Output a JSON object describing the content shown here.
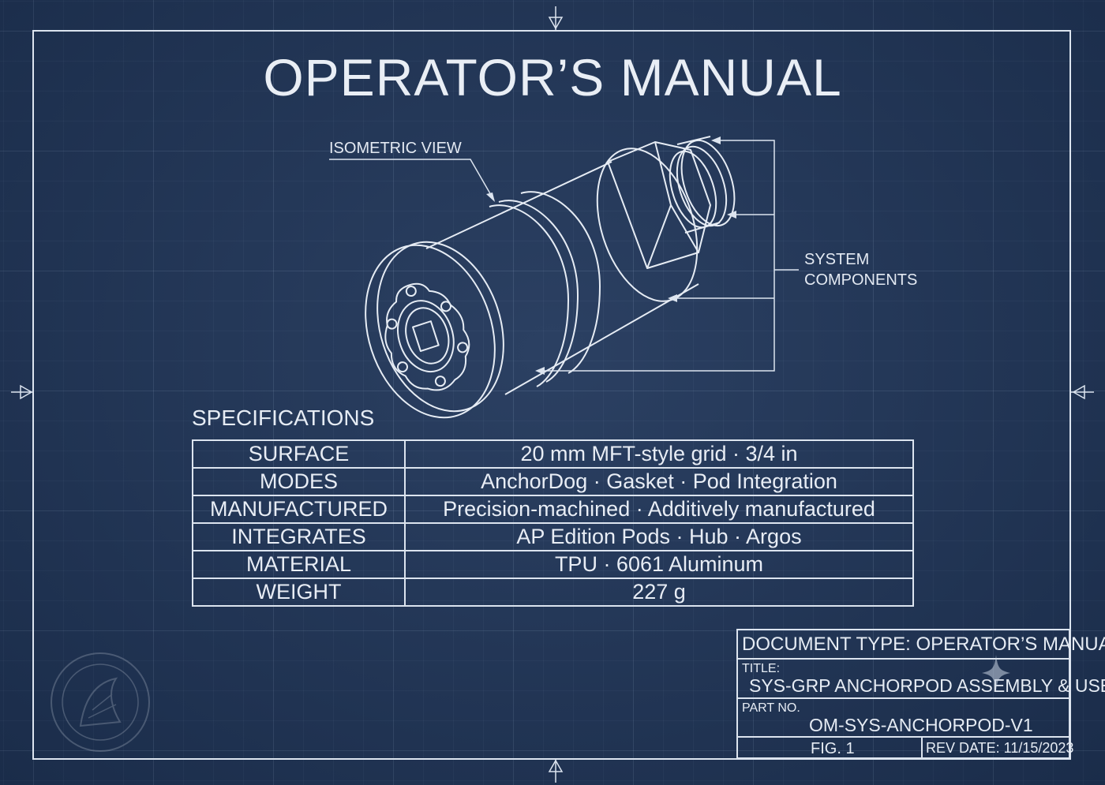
{
  "document": {
    "title": "OPERATOR’S MANUAL"
  },
  "callouts": {
    "isometric_view": "ISOMETRIC VIEW",
    "system_components_line1": "SYSTEM",
    "system_components_line2": "COMPONENTS"
  },
  "specifications": {
    "heading": "SPECIFICATIONS",
    "rows": [
      {
        "key": "SURFACE",
        "value": "20 mm MFT-style grid · 3/4 in"
      },
      {
        "key": "MODES",
        "value": "AnchorDog · Gasket · Pod Integration"
      },
      {
        "key": "MANUFACTURED",
        "value": "Precision-machined · Additively manufactured"
      },
      {
        "key": "INTEGRATES",
        "value": "AP Edition Pods · Hub · Argos"
      },
      {
        "key": "MATERIAL",
        "value": "TPU · 6061 Aluminum"
      },
      {
        "key": "WEIGHT",
        "value": "227 g"
      }
    ]
  },
  "title_block": {
    "document_type": "DOCUMENT TYPE: OPERATOR’S MANUAL",
    "title_label": "TITLE:",
    "title_value": "SYS-GRP ANCHORPOD ASSEMBLY & USE",
    "part_label": "PART NO.",
    "part_value": "OM-SYS-ANCHORPOD-V1",
    "fig": "FIG. 1",
    "rev_date": "REV DATE: 11/15/2023"
  },
  "icons": {
    "seal": "seal-emblem-icon",
    "sparkle": "sparkle-icon",
    "center_marks": "triangle-marker-icon"
  },
  "colors": {
    "background": "#20365a",
    "line": "#dce4ef",
    "text": "#e6ecf4"
  }
}
